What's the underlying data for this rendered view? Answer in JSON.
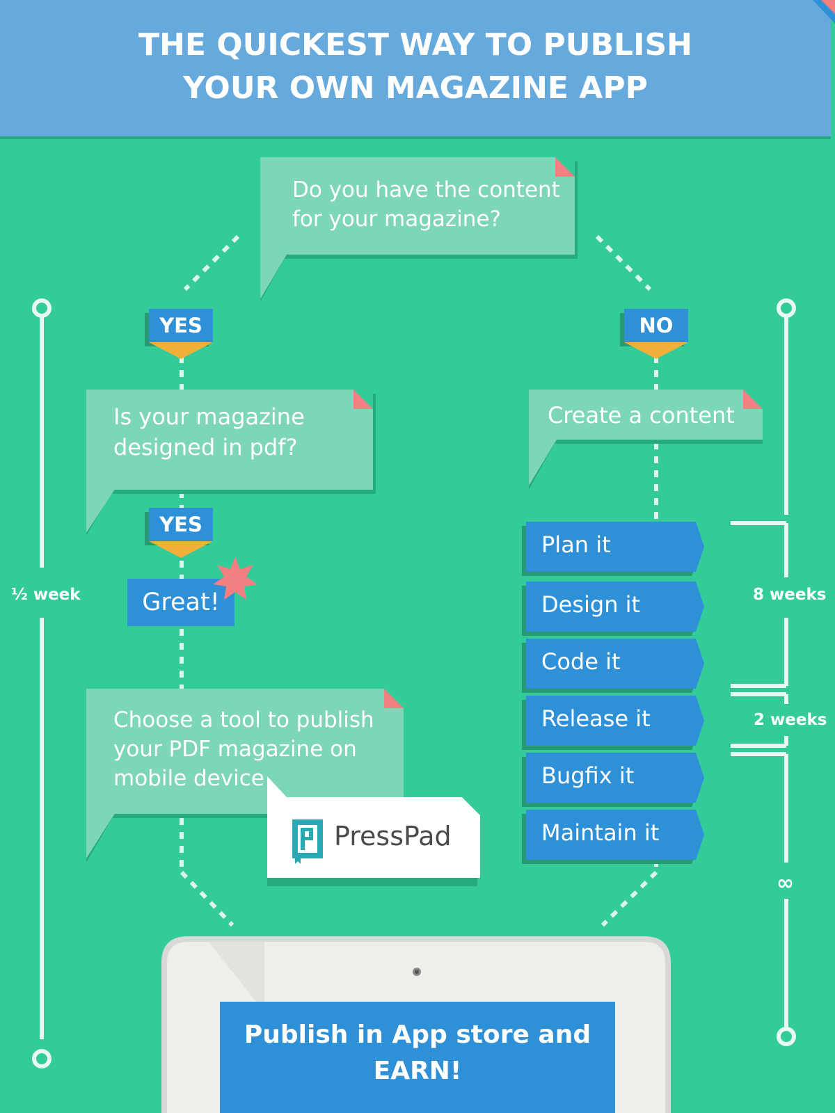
{
  "header": {
    "title_line1": "THE QUICKEST WAY TO PUBLISH",
    "title_line2": "YOUR OWN MAGAZINE APP"
  },
  "question1": {
    "line1": "Do you have the content",
    "line2": "for your magazine?"
  },
  "yes_label": "YES",
  "no_label": "NO",
  "question2": {
    "line1": "Is your magazine",
    "line2": "designed in pdf?"
  },
  "great": "Great!",
  "create": "Create a content",
  "choose": {
    "line1": "Choose a tool to publish",
    "line2": "your PDF magazine on",
    "line3": "mobile device"
  },
  "presspad": {
    "name": "PressPad",
    "logo_letter": "P"
  },
  "steps": [
    "Plan it",
    "Design it",
    "Code it",
    "Release it",
    "Bugfix it",
    "Maintain it"
  ],
  "timeline": {
    "left": "½ week",
    "right_1": "8 weeks",
    "right_2": "2 weeks",
    "right_3": "∞"
  },
  "publish": {
    "line1": "Publish in App store and",
    "line2": "EARN!"
  },
  "colors": {
    "background": "#33cc99",
    "header": "#66aadd",
    "bubble": "#7dd6b8",
    "blue": "#2e90d6",
    "arrow": "#f0b03a",
    "corner": "#f28080",
    "shadow": "#269a73"
  }
}
